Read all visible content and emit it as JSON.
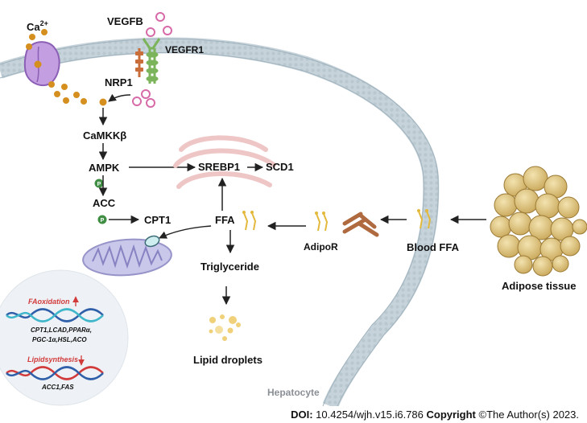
{
  "labels": {
    "ca": "Ca",
    "ca_sup": "2+",
    "vegfb": "VEGFB",
    "vegfr1": "VEGFR1",
    "nrp1": "NRP1",
    "camkk": "CaMKKβ",
    "ampk": "AMPK",
    "acc": "ACC",
    "p": "P",
    "cpt1": "CPT1",
    "srebp1": "SREBP1",
    "scd1": "SCD1",
    "ffa": "FFA",
    "triglyceride": "Triglyceride",
    "lipid_droplets": "Lipid droplets",
    "adipor": "AdipoR",
    "blood_ffa": "Blood FFA",
    "adipose_tissue": "Adipose tissue",
    "hepatocyte": "Hepatocyte"
  },
  "inset": {
    "fa_oxidation": "FAoxidation",
    "fa_genes_line1": "CPT1,LCAD,PPARα,",
    "fa_genes_line2": "PGC-1α,HSL,ACO",
    "lipid_synthesis": "Lipidsynthesis",
    "lipid_genes": "ACC1,FAS"
  },
  "footer": {
    "doi_label": "DOI:",
    "doi_value": "10.4254/wjh.v15.i6.786",
    "copyright_label": "Copyright",
    "copyright_value": "©The Author(s) 2023."
  },
  "colors": {
    "membrane": "#c7d3da",
    "calcium": "#d58f1e",
    "vegfb_ring": "#d76aa8",
    "receptor_green": "#7bb45a",
    "nrp1_orange": "#c96d3a",
    "channel_purple": "#b98ad6",
    "phospho_green": "#3f8e44",
    "er_pink": "#efc6c6",
    "mito_purple": "#b8b6e0",
    "adipor_brown": "#b06a3f",
    "ffa_yellow": "#e3b93b",
    "fat_cell": "#dcc17e",
    "red_arrow": "#d23b3b"
  }
}
